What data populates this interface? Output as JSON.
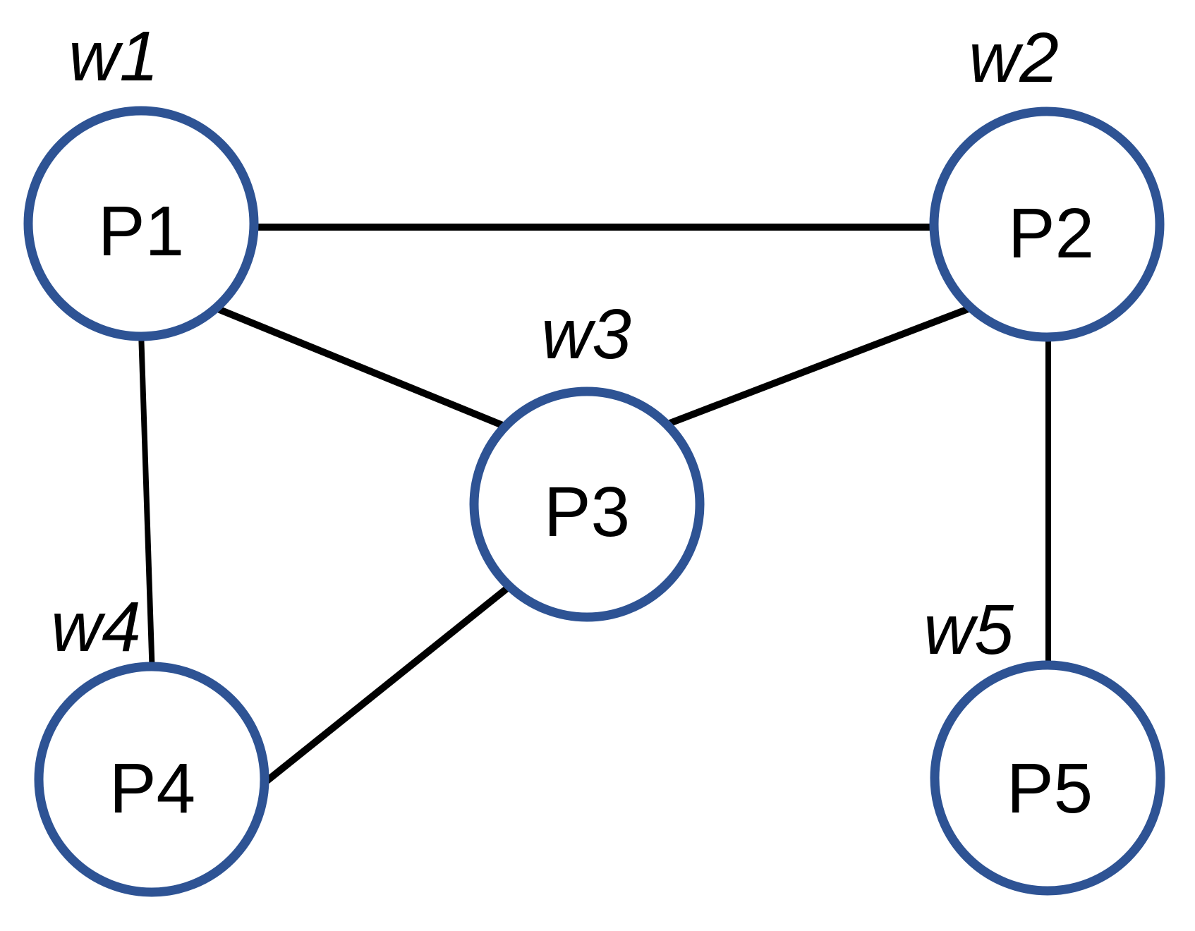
{
  "colors": {
    "node_stroke": "#2E5394",
    "edge_stroke": "#000000",
    "label_text": "#000000",
    "background": "#FFFFFF"
  },
  "graph": {
    "nodes": [
      {
        "id": "P1",
        "label": "P1",
        "weight": "w1"
      },
      {
        "id": "P2",
        "label": "P2",
        "weight": "w2"
      },
      {
        "id": "P3",
        "label": "P3",
        "weight": "w3"
      },
      {
        "id": "P4",
        "label": "P4",
        "weight": "w4"
      },
      {
        "id": "P5",
        "label": "P5",
        "weight": "w5"
      }
    ],
    "edges": [
      {
        "from": "P1",
        "to": "P2"
      },
      {
        "from": "P1",
        "to": "P3"
      },
      {
        "from": "P2",
        "to": "P3"
      },
      {
        "from": "P1",
        "to": "P4"
      },
      {
        "from": "P3",
        "to": "P4"
      },
      {
        "from": "P2",
        "to": "P5"
      }
    ]
  }
}
